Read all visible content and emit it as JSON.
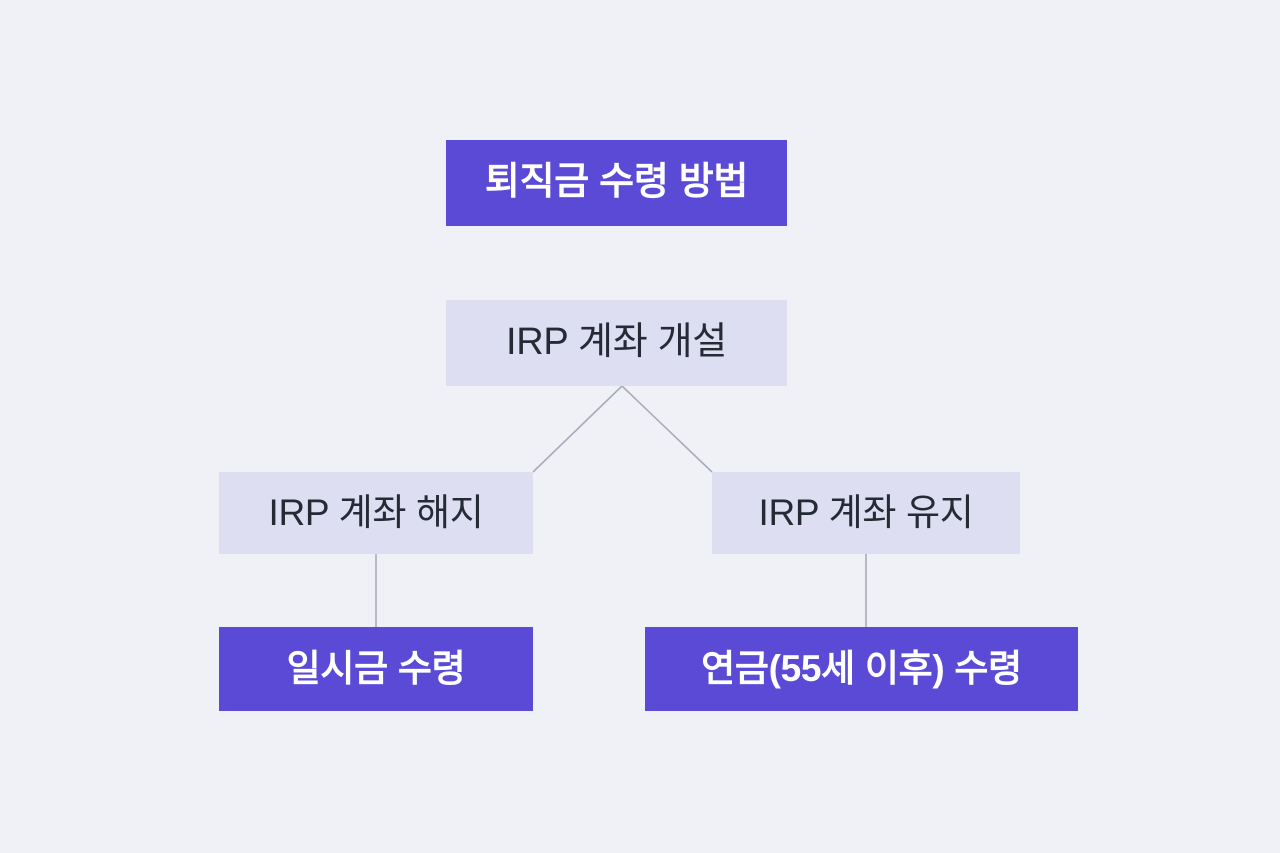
{
  "diagram": {
    "type": "flowchart-tree",
    "title": "퇴직금 수령 방법",
    "background_color": "#f0f1f6",
    "accent_color": "#5b4ad6",
    "soft_color": "#dedef2",
    "accent_text_color": "#ffffff",
    "soft_text_color": "#252b35",
    "connector_color": "#a8acb8",
    "nodes": {
      "root": {
        "label": "퇴직금 수령 방법",
        "style": "accent",
        "level": 0
      },
      "open_account": {
        "label": "IRP 계좌 개설",
        "style": "soft",
        "level": 1
      },
      "terminate": {
        "label": "IRP 계좌 해지",
        "style": "soft",
        "level": 2
      },
      "maintain": {
        "label": "IRP 계좌 유지",
        "style": "soft",
        "level": 2
      },
      "lumpsum": {
        "label": "일시금 수령",
        "style": "accent",
        "level": 3
      },
      "annuity": {
        "label": "연금(55세 이후) 수령",
        "style": "accent",
        "level": 3
      }
    },
    "edges": [
      {
        "from": "open_account",
        "to": "terminate",
        "shape": "diagonal"
      },
      {
        "from": "open_account",
        "to": "maintain",
        "shape": "diagonal"
      },
      {
        "from": "terminate",
        "to": "lumpsum",
        "shape": "vertical"
      },
      {
        "from": "maintain",
        "to": "annuity",
        "shape": "vertical"
      }
    ]
  }
}
